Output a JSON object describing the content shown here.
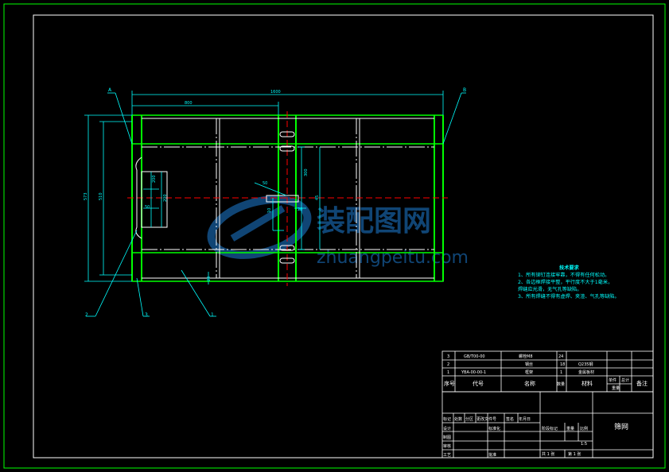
{
  "dims": {
    "overall_width": "1600",
    "left_section": "800",
    "overall_height": "573",
    "inner_height": "510",
    "panel_h1": "200",
    "panel_h2": "200",
    "small_w": "50",
    "small_h1": "50",
    "small_h2": "20",
    "hole_dim": "10",
    "slot_w": "20",
    "right_v1": "300",
    "right_v2": "45"
  },
  "labels": {
    "A": "A",
    "B": "B",
    "n1": "1",
    "n2": "2",
    "n3": "3"
  },
  "notes": {
    "title": "技术要求",
    "lines": [
      "1、所有铆钉连接牢靠，不得有任何松动。",
      "2、各边框焊接平整，平行度不大于1毫米，",
      "   焊缝应光滑，无气孔等缺陷。",
      "3、所有焊缝不得有虚焊、夹渣、气孔等缺陷。"
    ]
  },
  "watermark": {
    "cn": "装配图网",
    "en": "zhuangpeitu.com"
  },
  "bom": {
    "rows": [
      {
        "seq": "3",
        "code": "GB/T00-00",
        "name": "螺栓M8",
        "qty": "24",
        "material": "",
        "single": "",
        "total": "",
        "remark": ""
      },
      {
        "seq": "2",
        "code": "",
        "name": "钢丝",
        "qty": "18",
        "material": "Q235钢",
        "single": "",
        "total": "",
        "remark": ""
      },
      {
        "seq": "1",
        "code": "YBA-00-00-1",
        "name": "框架",
        "qty": "1",
        "material": "金属板材",
        "single": "",
        "total": "",
        "remark": ""
      }
    ],
    "header": {
      "seq": "序号",
      "code": "代号",
      "name": "名称",
      "qty": "数量",
      "material": "材料",
      "single": "单件",
      "total": "总计",
      "weight": "重量",
      "remark": "备注"
    }
  },
  "title_block": {
    "drawing_name": "筛网",
    "mark": "标记",
    "count": "处数",
    "zone": "分区",
    "change_doc": "更改文件号",
    "sign": "签名",
    "date": "年月日",
    "design": "设计",
    "standardize": "标准化",
    "draw": "制图",
    "check": "审核",
    "craft": "工艺",
    "approve": "批准",
    "stage_mark": "阶段标记",
    "weight": "重量",
    "scale": "比例",
    "scale_value": "1:5",
    "sheets_total": "共 1 张",
    "sheet_no": "第 1 张"
  }
}
